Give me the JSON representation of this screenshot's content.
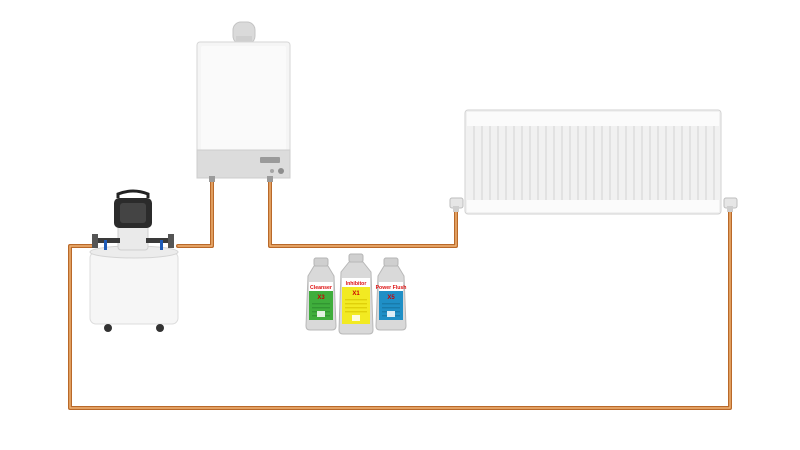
{
  "colors": {
    "background": "#ffffff",
    "pipe": "#c8772f",
    "pipe_highlight": "#f0b271",
    "boiler_body": "#f4f4f4",
    "boiler_panel": "#dedede",
    "radiator": "#f3f3f3",
    "pump_tank": "#f6f6f6",
    "motor": "#2b2b2b"
  },
  "icons": {
    "boiler": "boiler-icon",
    "radiator": "radiator-icon",
    "pump": "power-flush-pump-icon",
    "bottle": "chemical-bottle-icon"
  },
  "bottles": [
    {
      "name": "Cleanser",
      "code": "X3",
      "label_color": "#3fae3c",
      "band_color": "#2e8b2e"
    },
    {
      "name": "Inhibitor",
      "code": "X1",
      "label_color": "#f2ea22",
      "band_color": "#d8c400"
    },
    {
      "name": "Power Flush",
      "code": "X5",
      "label_color": "#1f8fc6",
      "band_color": "#16729f"
    }
  ]
}
